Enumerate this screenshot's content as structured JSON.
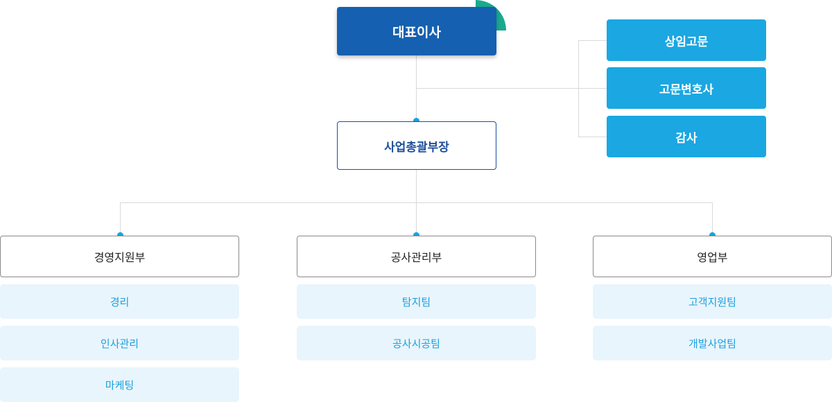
{
  "ceo": {
    "label": "대표이사"
  },
  "advisors": [
    {
      "label": "상임고문"
    },
    {
      "label": "고문변호사"
    },
    {
      "label": "감사"
    }
  ],
  "general_manager": {
    "label": "사업총괄부장"
  },
  "departments": [
    {
      "label": "경영지원부",
      "teams": [
        "경리",
        "인사관리",
        "마케팅"
      ]
    },
    {
      "label": "공사관리부",
      "teams": [
        "탐지팀",
        "공사시공팀"
      ]
    },
    {
      "label": "영업부",
      "teams": [
        "고객지원팀",
        "개발사업팀"
      ]
    }
  ],
  "colors": {
    "ceo_bg": "#1560b0",
    "ceo_accent_arc": "#1aa98f",
    "advisor_bg": "#1aa7e2",
    "gm_border": "#1d4e9a",
    "connector_dot": "#1aa0e0",
    "team_bg": "#e9f5fc",
    "team_text": "#1aa0e0"
  }
}
